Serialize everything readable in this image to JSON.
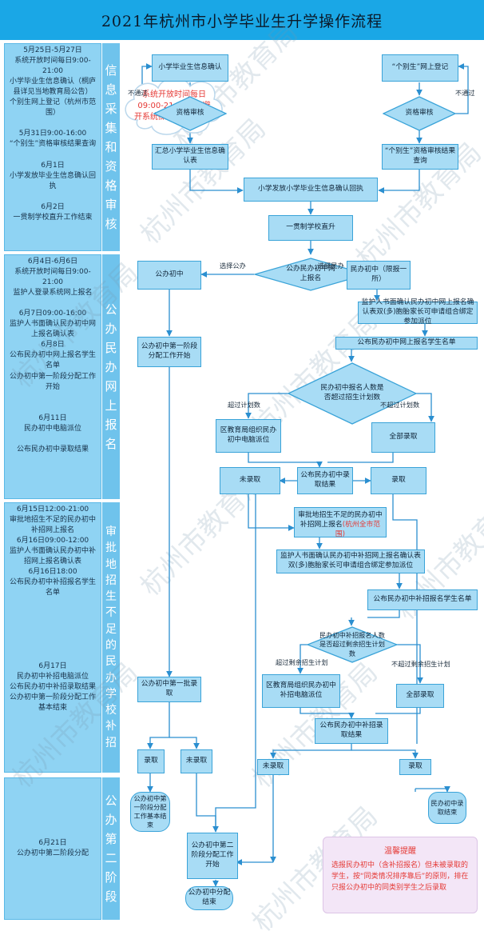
{
  "title": "2021年杭州市小学毕业生升学操作流程",
  "watermark": "杭州市教育局",
  "stages": [
    {
      "label": "信息采集和资格审核",
      "lines": [
        "5月25日-5月27日",
        "系统开放时间每日9:00-21:00",
        "小学毕业生信息确认（桐庐县详见当地教育局公告）",
        "个别生网上登记（杭州市范围）",
        "",
        "5月31日9:00-16:00",
        "“个别生”资格审核结果查询",
        "",
        "6月1日",
        "小学发放毕业生信息确认回执",
        "",
        "6月2日",
        "一贯制学校直升工作结束"
      ]
    },
    {
      "label": "公办民办网上报名",
      "lines": [
        "6月4日-6月6日",
        "系统开放时间每日9:00-21:00",
        "监护人登录系统网上报名",
        "",
        "6月7日09:00-16:00",
        "监护人书面确认民办初中网上报名确认表",
        "6月8日",
        "公布民办初中网上报名学生名单",
        "公办初中第一阶段分配工作开始",
        "",
        "",
        "6月11日",
        "民办初中电脑派位",
        "",
        "公布民办初中录取结果"
      ]
    },
    {
      "label": "审批地招生不足的民办学校补招",
      "lines": [
        "6月15日12:00-21:00",
        "审批地招生不足的民办初中补招网上报名",
        "6月16日09:00-12:00",
        "监护人书面确认民办初中补招网上报名确认表",
        "6月16日18:00",
        "公布民办初中补招报名学生名单",
        "",
        "",
        "",
        "",
        "",
        "",
        "6月17日",
        "民办初中补招电脑派位",
        "公布民办初中补招录取结果",
        "公办初中第一阶段分配工作基本结束"
      ]
    },
    {
      "label": "公办第二阶段",
      "lines": [
        "6月21日",
        "公办初中第二阶段分配"
      ]
    }
  ],
  "cloud_notice": "系统开放时间每日09:00-21:00，请避开系统操作高峰时间。",
  "flow": {
    "confirm_info": "小学毕业生信息确认",
    "special_register": "“个别生”网上登记",
    "review1": "资格审核",
    "review2": "资格审核",
    "not_pass1": "不通过",
    "not_pass2": "不通过",
    "summary_table": "汇总小学毕业生信息确认表",
    "special_result": "“个别生”资格审核结果查询",
    "receipt": "小学发放小学毕业生信息确认回执",
    "straight_up": "一贯制学校直升",
    "public_school": "公办初中",
    "choose_public": "选择公办",
    "apply_decision": "公办民办初中网上报名",
    "choose_private": "选择民办",
    "private_one": "民办初中（限报一所）",
    "guardian_confirm": "监护人书面确认民办初中网上报名确认表双(多)胞胎家长可申请组合绑定参加派位",
    "publish_private_list": "公布民办初中网上报名学生名单",
    "public_phase1_start": "公办初中第一阶段分配工作开始",
    "count_decision": "民办初中报名人数是否超过招生计划数",
    "exceed": "超过计划数",
    "not_exceed": "不超过计划数",
    "bureau_lottery": "区教育局组织民办初中电脑派位",
    "all_admit1": "全部录取",
    "not_admitted1": "未录取",
    "private_result": "公布民办初中录取结果",
    "admitted1": "录取",
    "supp_apply": "审批地招生不足的民办初中补招网上报名",
    "supp_scope": "(杭州全市范围)",
    "guardian_confirm2": "监护人书面确认民办初中补招网上报名确认表双(多)胞胎家长可申请组合绑定参加派位",
    "supp_list": "公布民办初中补招报名学生名单",
    "supp_decision": "民办初中补招报名人数是否超过剩余招生计划数",
    "exceed2": "超过剩余招生计划",
    "not_exceed2": "不超过剩余招生计划",
    "public_batch1": "公办初中第一批录取",
    "bureau_lottery2": "区教育局组织民办初中补招电脑派位",
    "all_admit2": "全部录取",
    "supp_result": "公布民办初中补招录取结果",
    "admitted2": "录取",
    "not_admitted2": "未录取",
    "not_admitted3": "未录取",
    "admitted3": "录取",
    "phase1_end": "公办初中第一阶段分配工作基本结束",
    "private_end": "民办初中录取结束",
    "phase2_start": "公办初中第二阶段分配工作开始",
    "alloc_end": "公办初中分配结束"
  },
  "tip": {
    "title": "温馨提醒",
    "text": "选报民办初中（含补招报名）但未被录取的学生，按“同类情况排序靠后”的原则，排在只报公办初中的同类别学生之后录取"
  }
}
